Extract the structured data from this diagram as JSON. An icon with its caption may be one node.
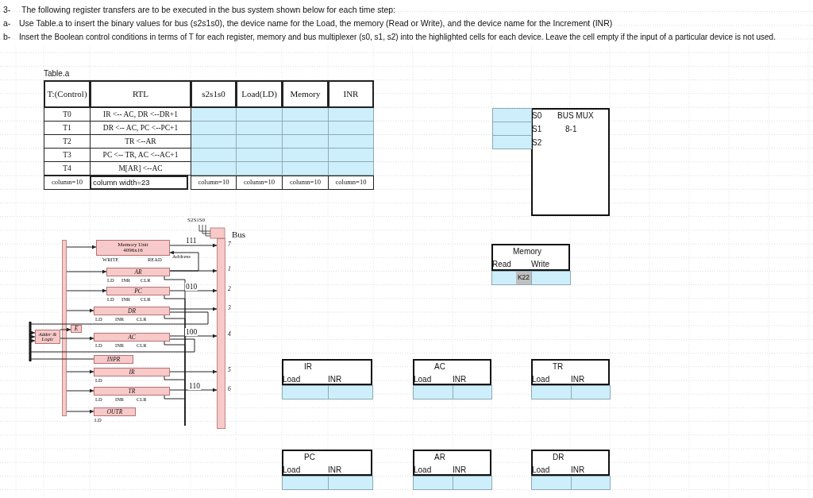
{
  "diagram": {
    "nodes": [
      {
        "text": [
          "S0",
          "BUS MUX",
          "S1",
          "8-1",
          "S2"
        ]
      },
      {
        "text": [
          "Memory",
          "Read",
          "Write"
        ]
      },
      {
        "text": [
          "IR",
          "Load",
          "INR"
        ]
      },
      {
        "text": [
          "AC",
          "Load",
          "INR"
        ]
      },
      {
        "text": [
          "TR",
          "Load",
          "INR"
        ]
      },
      {
        "text": [
          "PC",
          "Load",
          "INR"
        ]
      },
      {
        "text": [
          "AR",
          "Load",
          "INR"
        ]
      },
      {
        "text": [
          "DR",
          "Load",
          "INR"
        ]
      },
      {
        "text": [],
        "shape": "bar",
        "beside": [
          "Bus",
          "7",
          "1",
          "2",
          "3",
          "4",
          "5",
          "6"
        ]
      },
      {
        "text": [],
        "shape": "bar"
      },
      {
        "text": [
          "Memory Unit 4096x16"
        ],
        "beside": [
          "WRITE",
          "READ"
        ]
      },
      {
        "text": [
          "AR"
        ],
        "beside": [
          "LD",
          "INR",
          "CLR"
        ]
      },
      {
        "text": [
          "PC"
        ],
        "beside": [
          "LD",
          "INR",
          "CLR"
        ]
      },
      {
        "text": [
          "DR"
        ],
        "beside": [
          "LD",
          "INR",
          "CLR"
        ]
      },
      {
        "text": [
          "Adder & Logic"
        ]
      },
      {
        "text": [
          "E"
        ]
      },
      {
        "text": [
          "AC"
        ],
        "beside": [
          "LD",
          "INR",
          "CLR"
        ]
      },
      {
        "text": [
          "INPR"
        ]
      },
      {
        "text": [
          "IR"
        ],
        "beside": [
          "LD"
        ]
      },
      {
        "text": [
          "TR"
        ],
        "beside": [
          "LD",
          "INR",
          "CLR"
        ]
      },
      {
        "text": [
          "OUTR"
        ],
        "beside": [
          "LD"
        ]
      }
    ],
    "edges": [
      {
        "from": 9,
        "to": 10,
        "arrow": "to"
      },
      {
        "from": 9,
        "to": 11,
        "arrow": "to"
      },
      {
        "from": 9,
        "to": 12,
        "arrow": "to"
      },
      {
        "from": 9,
        "to": 13,
        "arrow": "to"
      },
      {
        "from": 9,
        "to": 18,
        "arrow": "to"
      },
      {
        "from": 9,
        "to": 19,
        "arrow": "to"
      },
      {
        "from": 9,
        "to": 20,
        "arrow": "to"
      },
      {
        "from": 10,
        "to": 8,
        "arrow": "to",
        "label": "111"
      },
      {
        "from": 11,
        "to": 8,
        "arrow": "to"
      },
      {
        "from": 11,
        "to": 10,
        "arrow": "to",
        "label": "Address"
      },
      {
        "from": 12,
        "to": 8,
        "arrow": "to",
        "label": "010"
      },
      {
        "from": 13,
        "to": 8,
        "arrow": "to"
      },
      {
        "from": 13,
        "to": 14,
        "arrow": "to"
      },
      {
        "from": 16,
        "to": 8,
        "arrow": "to",
        "label": "100"
      },
      {
        "from": 16,
        "to": 14,
        "arrow": "to"
      },
      {
        "from": 17,
        "to": 14,
        "arrow": "to"
      },
      {
        "from": 14,
        "to": 16,
        "arrow": "to"
      },
      {
        "from": 14,
        "to": 15,
        "arrow": "to"
      },
      {
        "from": 18,
        "to": 8,
        "arrow": "to"
      },
      {
        "from": 19,
        "to": 8,
        "arrow": "to",
        "label": "110"
      },
      {
        "from": null,
        "to": 11,
        "arrow": "none"
      },
      {
        "from": null,
        "to": 12,
        "arrow": "none"
      },
      {
        "from": null,
        "to": 13,
        "arrow": "none"
      },
      {
        "from": null,
        "to": 16,
        "arrow": "none"
      },
      {
        "from": null,
        "to": 18,
        "arrow": "none"
      },
      {
        "from": null,
        "to": 19,
        "arrow": "none"
      }
    ],
    "labels": [
      "3-",
      "The following register transfers are to be executed in the bus system shown below for each time step:",
      "a-",
      "Use Table.a to insert the binary values for bus (s2s1s0), the device name for the Load, the memory (Read or Write), and the device name for the Increment (INR)",
      "b-",
      "Insert the Boolean control conditions in terms of T for each register, memory and bus multiplexer (s0, s1, s2) into the highlighted cells for each device. Leave the cell empty if the input of a particular device is not used.",
      "Table.a",
      "T:(Control)",
      "RTL",
      "s2s1s0",
      "Load(LD)",
      "Memory",
      "INR",
      "T0",
      "IR <-- AC, DR <--DR+1",
      "T1",
      "DR <-- AC, PC <--PC+1",
      "T2",
      "TR <--AR",
      "T3",
      "PC <-- TR, AC <--AC+1",
      "T4",
      "M[AR] <--AC",
      "column=10",
      "column width=23",
      "column=10",
      "column=10",
      "column=10",
      "column=10",
      "S2S1S0",
      "K22"
    ]
  }
}
